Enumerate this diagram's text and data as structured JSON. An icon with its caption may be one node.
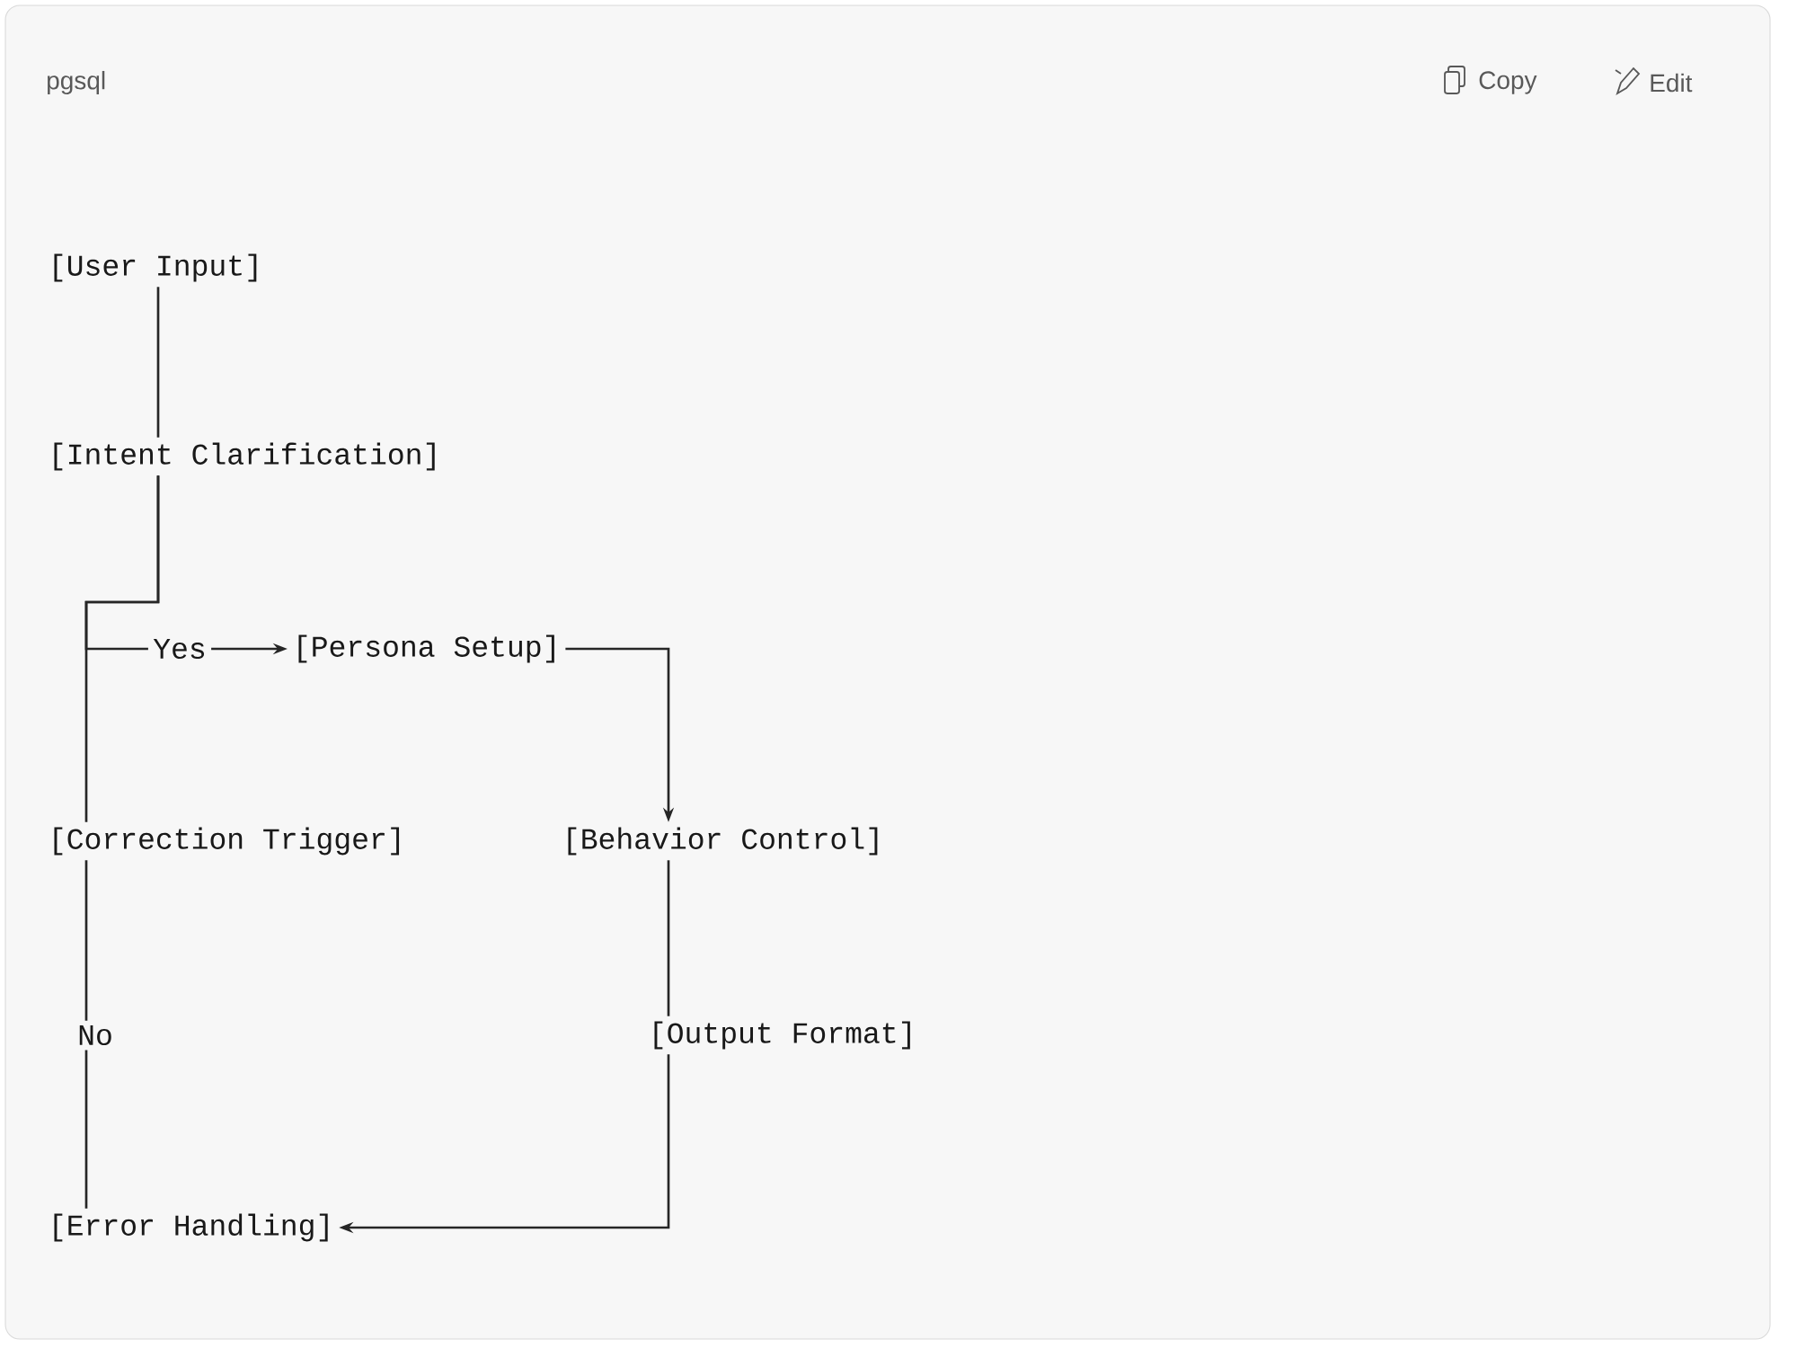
{
  "diagram": {
    "nodes": [
      {
        "text": [
          "[User Input]"
        ]
      },
      {
        "text": [
          "[Intent Clarification]"
        ]
      },
      {
        "text": [
          "[Persona Setup]"
        ]
      },
      {
        "text": [
          "[Correction Trigger]"
        ]
      },
      {
        "text": [
          "[Behavior Control]"
        ]
      },
      {
        "text": [
          "[Output Format]"
        ]
      },
      {
        "text": [
          "[Error Handling]"
        ]
      }
    ],
    "edges": [
      {
        "from": 0,
        "to": 1,
        "arrow": "none"
      },
      {
        "from": 1,
        "to": 2,
        "arrow": "to",
        "label": "Yes"
      },
      {
        "from": 1,
        "to": 3,
        "arrow": "none"
      },
      {
        "from": 2,
        "to": 4,
        "arrow": "to"
      },
      {
        "from": 4,
        "to": 5,
        "arrow": "none"
      },
      {
        "from": 3,
        "to": 6,
        "arrow": "none",
        "label": "No"
      },
      {
        "from": 5,
        "to": 6,
        "arrow": "to"
      }
    ],
    "labels": [
      "pgsql",
      "Copy",
      "Edit"
    ]
  }
}
